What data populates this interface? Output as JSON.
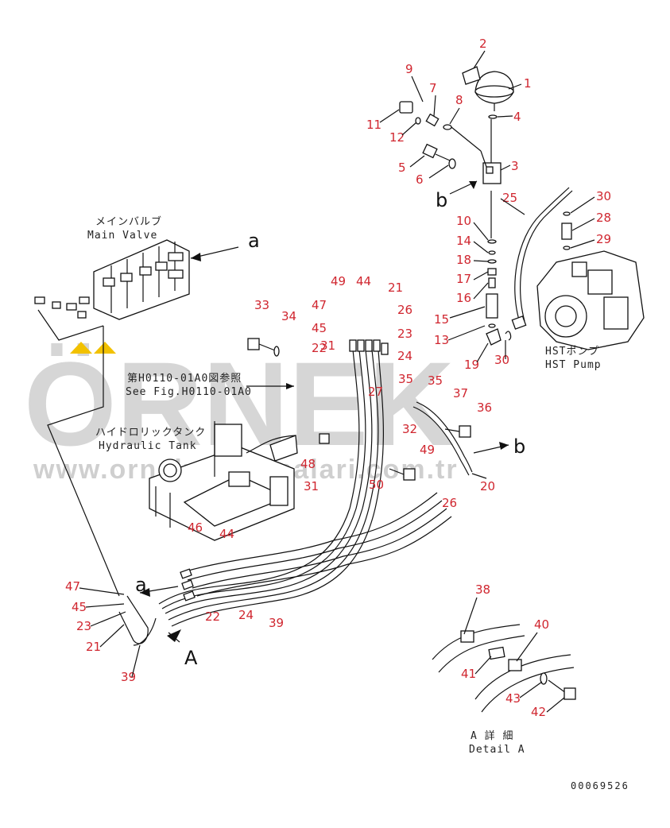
{
  "labels": {
    "main_valve_jp": "メインバルブ",
    "main_valve_en": "Main Valve",
    "hst_pump_jp": "HSTポンプ",
    "hst_pump_en": "HST Pump",
    "ref_jp": "第H0110-01A0図参照",
    "ref_en": "See Fig.H0110-01A0",
    "tank_jp": "ハイドロリックタンク",
    "tank_en": "Hydraulic Tank",
    "detail_jp": "A 詳 細",
    "detail_en": "Detail A",
    "view_a": "a",
    "view_b": "b",
    "big_a": "A",
    "drawing_code": "00069526"
  },
  "watermark": {
    "brand": "ÖRNEK",
    "url": "www.orneksmakinalari.com.tr",
    "accent_color": "#f2c100"
  },
  "colors": {
    "callout": "#d0262f",
    "line": "#111111",
    "watermark": "#d6d6d6"
  },
  "callouts": [
    "1",
    "2",
    "3",
    "4",
    "5",
    "6",
    "7",
    "8",
    "9",
    "10",
    "11",
    "12",
    "13",
    "14",
    "15",
    "16",
    "17",
    "18",
    "19",
    "20",
    "21",
    "22",
    "23",
    "24",
    "25",
    "26",
    "27",
    "28",
    "29",
    "30",
    "31",
    "32",
    "33",
    "34",
    "35",
    "36",
    "37",
    "38",
    "39",
    "40",
    "41",
    "42",
    "43",
    "44",
    "45",
    "46",
    "47",
    "48",
    "49",
    "50",
    "21",
    "22",
    "23",
    "24",
    "26",
    "30",
    "31",
    "35",
    "39",
    "44",
    "45",
    "47",
    "49"
  ]
}
